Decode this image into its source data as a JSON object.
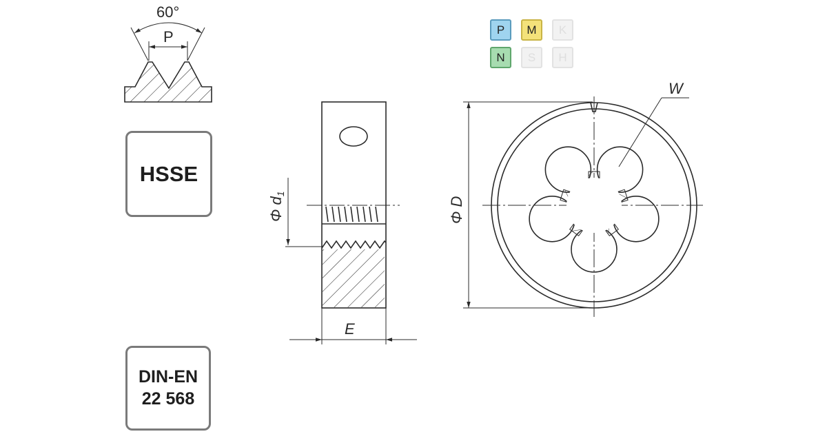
{
  "thread_profile": {
    "angle_label": "60°",
    "pitch_label": "P"
  },
  "material_box": {
    "label": "HSSE"
  },
  "standard_box": {
    "line1": "DIN-EN",
    "line2": "22 568"
  },
  "material_groups": [
    {
      "letter": "P",
      "active": true,
      "color": "#9fd4ef",
      "border": "#5a9bbd"
    },
    {
      "letter": "M",
      "active": true,
      "color": "#f4e27a",
      "border": "#c9b445"
    },
    {
      "letter": "K",
      "active": false,
      "color": "#f2f2f2",
      "border": "#e2e2e2"
    },
    {
      "letter": "N",
      "active": true,
      "color": "#a7dcb0",
      "border": "#5fa66c"
    },
    {
      "letter": "S",
      "active": false,
      "color": "#f2f2f2",
      "border": "#e2e2e2"
    },
    {
      "letter": "H",
      "active": false,
      "color": "#f2f2f2",
      "border": "#e2e2e2"
    }
  ],
  "side_view": {
    "d1_label": "Φ d",
    "d1_sub": "1",
    "width_label": "E"
  },
  "front_view": {
    "diameter_label": "Φ D",
    "slot_label": "W"
  }
}
